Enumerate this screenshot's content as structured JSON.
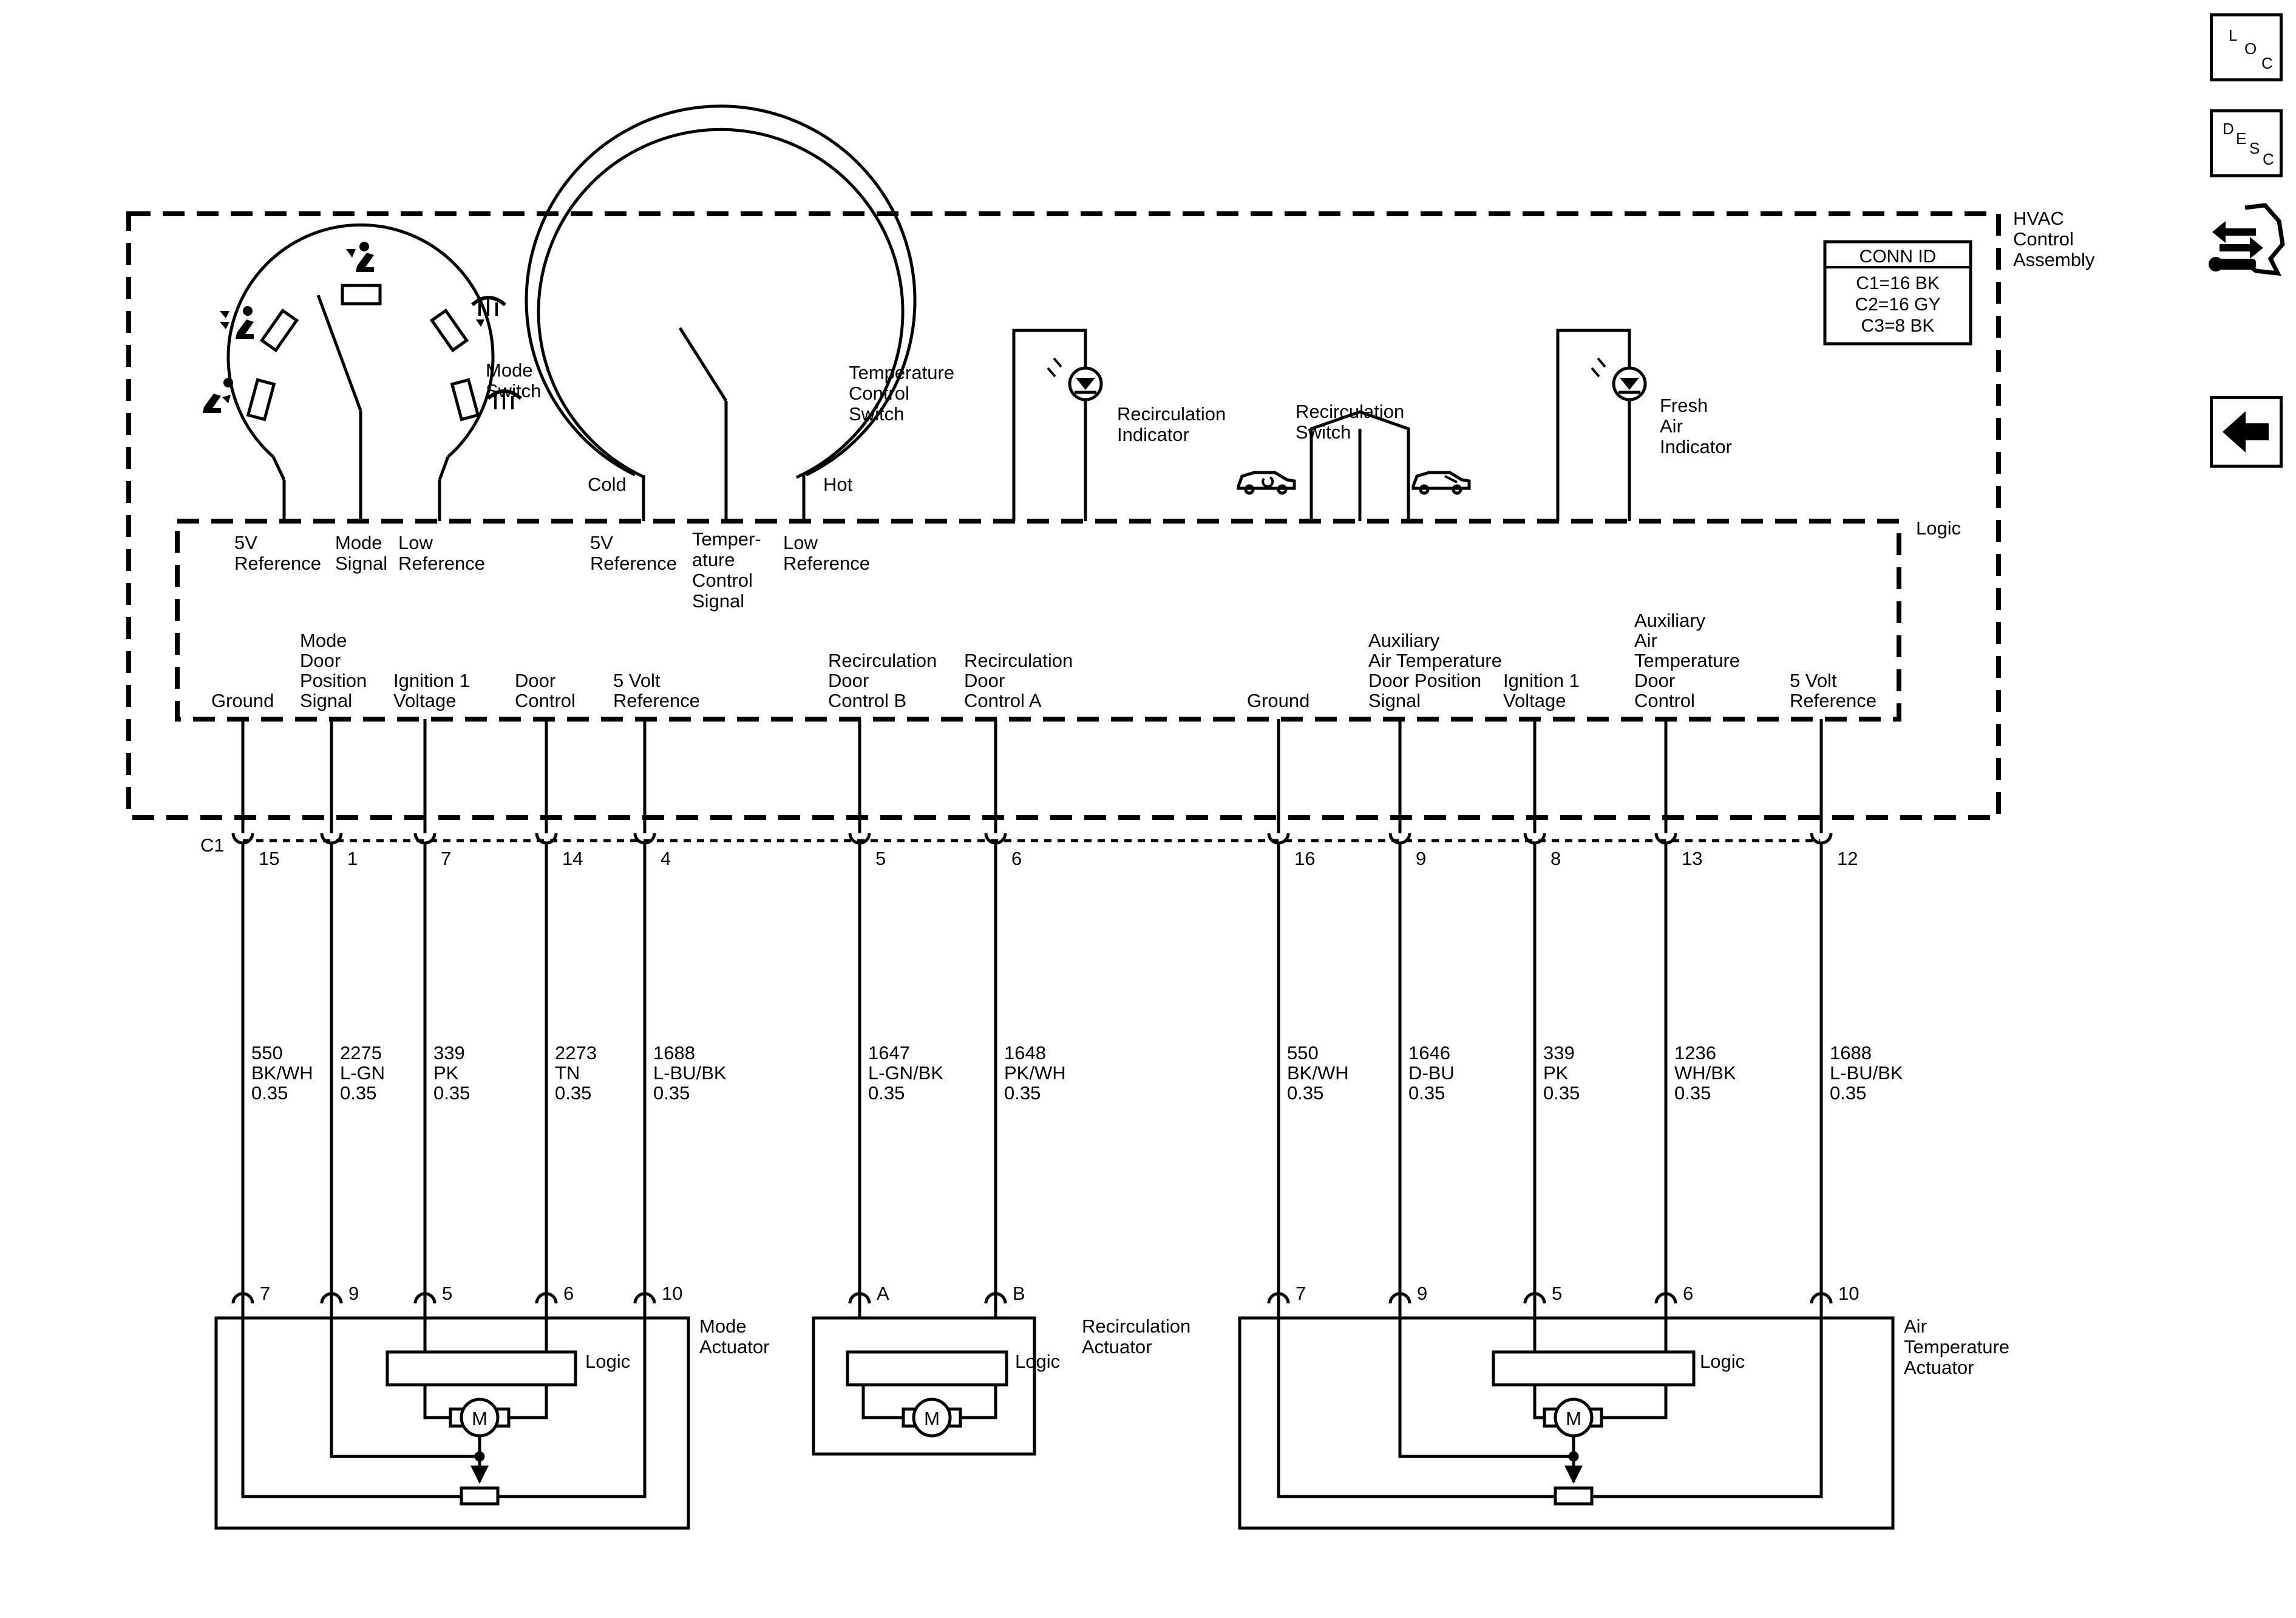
{
  "nav": {
    "loc": {
      "l1": "L",
      "l2": "O",
      "l3": "C"
    },
    "desc": {
      "l1": "D",
      "l2": "E",
      "l3": "S",
      "l4": "C"
    },
    "connector_icon": "connector-swap-icon",
    "back_icon": "back-arrow-icon"
  },
  "assembly": {
    "title": [
      "HVAC",
      "Control",
      "Assembly"
    ],
    "logic_label": "Logic",
    "conn_id": {
      "title": "CONN ID",
      "lines": [
        "C1=16 BK",
        "C2=16 GY",
        "C3=8 BK"
      ]
    }
  },
  "mode_switch": {
    "label": [
      "Mode",
      "Switch"
    ],
    "terminals": [
      [
        "5V",
        "Reference"
      ],
      [
        "Mode",
        "Signal"
      ],
      [
        "Low",
        "Reference"
      ]
    ]
  },
  "temp_switch": {
    "label": [
      "Temperature",
      "Control",
      "Switch"
    ],
    "cold": "Cold",
    "hot": "Hot",
    "terminals": [
      [
        "5V",
        "Reference"
      ],
      [
        "Temper-",
        "ature",
        "Control",
        "Signal"
      ],
      [
        "Low",
        "Reference"
      ]
    ]
  },
  "recirc_indicator": [
    "Recirculation",
    "Indicator"
  ],
  "recirc_switch": [
    "Recirculation",
    "Switch"
  ],
  "fresh_indicator": [
    "Fresh",
    "Air",
    "Indicator"
  ],
  "connector": {
    "name": "C1"
  },
  "circuits": [
    {
      "label": [
        "Ground"
      ],
      "pin": "15",
      "circuit": "550",
      "color": "BK/WH",
      "gauge": "0.35",
      "dest_pin": "7"
    },
    {
      "label": [
        "Mode",
        "Door",
        "Position",
        "Signal"
      ],
      "pin": "1",
      "circuit": "2275",
      "color": "L-GN",
      "gauge": "0.35",
      "dest_pin": "9"
    },
    {
      "label": [
        "Ignition 1",
        "Voltage"
      ],
      "pin": "7",
      "circuit": "339",
      "color": "PK",
      "gauge": "0.35",
      "dest_pin": "5"
    },
    {
      "label": [
        "Door",
        "Control"
      ],
      "pin": "14",
      "circuit": "2273",
      "color": "TN",
      "gauge": "0.35",
      "dest_pin": "6"
    },
    {
      "label": [
        "5 Volt",
        "Reference"
      ],
      "pin": "4",
      "circuit": "1688",
      "color": "L-BU/BK",
      "gauge": "0.35",
      "dest_pin": "10"
    },
    {
      "label": [
        "Recirculation",
        "Door",
        "Control B"
      ],
      "pin": "5",
      "circuit": "1647",
      "color": "L-GN/BK",
      "gauge": "0.35",
      "dest_pin": "A"
    },
    {
      "label": [
        "Recirculation",
        "Door",
        "Control A"
      ],
      "pin": "6",
      "circuit": "1648",
      "color": "PK/WH",
      "gauge": "0.35",
      "dest_pin": "B"
    },
    {
      "label": [
        "Ground"
      ],
      "pin": "16",
      "circuit": "550",
      "color": "BK/WH",
      "gauge": "0.35",
      "dest_pin": "7"
    },
    {
      "label": [
        "Auxiliary",
        "Air Temperature",
        "Door Position",
        "Signal"
      ],
      "pin": "9",
      "circuit": "1646",
      "color": "D-BU",
      "gauge": "0.35",
      "dest_pin": "9"
    },
    {
      "label": [
        "Ignition 1",
        "Voltage"
      ],
      "pin": "8",
      "circuit": "339",
      "color": "PK",
      "gauge": "0.35",
      "dest_pin": "5"
    },
    {
      "label": [
        "Auxiliary",
        "Air",
        "Temperature",
        "Door",
        "Control"
      ],
      "pin": "13",
      "circuit": "1236",
      "color": "WH/BK",
      "gauge": "0.35",
      "dest_pin": "6"
    },
    {
      "label": [
        "5 Volt",
        "Reference"
      ],
      "pin": "12",
      "circuit": "1688",
      "color": "L-BU/BK",
      "gauge": "0.35",
      "dest_pin": "10"
    }
  ],
  "actuators": [
    {
      "name": [
        "Mode",
        "Actuator"
      ],
      "logic": "Logic",
      "motor": "M"
    },
    {
      "name": [
        "Recirculation",
        "Actuator"
      ],
      "logic": "Logic",
      "motor": "M"
    },
    {
      "name": [
        "Air",
        "Temperature",
        "Actuator"
      ],
      "logic": "Logic",
      "motor": "M"
    }
  ]
}
